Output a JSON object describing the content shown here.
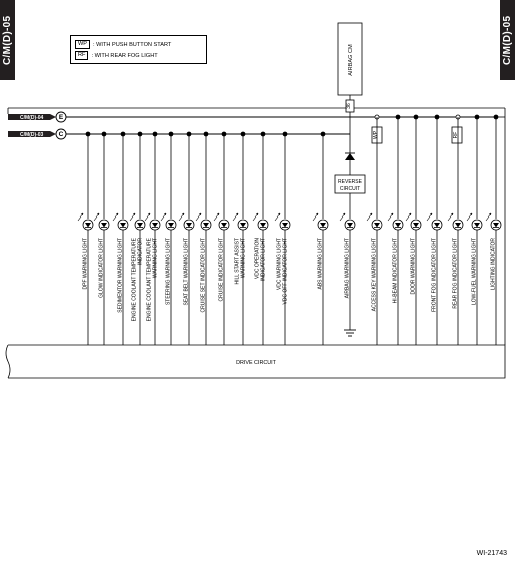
{
  "side_tabs": {
    "left": "C/M(D)-05",
    "right": "C/M(D)-05"
  },
  "legend": [
    {
      "key": "WP",
      "text": ": WITH PUSH BUTTON START"
    },
    {
      "key": "RF",
      "text": ": WITH REAR FOG LIGHT"
    }
  ],
  "airbag_cm": "AIRBAG CM",
  "airbag_pin": "36",
  "connectors": [
    {
      "label": "C/M(D)-04",
      "badge": "E"
    },
    {
      "label": "C/M(D)-03",
      "badge": "C"
    }
  ],
  "reverse_circuit": [
    "REVERSE",
    "CIRCUIT"
  ],
  "option_tags": {
    "wp": "WP",
    "rf": "RF"
  },
  "lamps": [
    {
      "label": [
        "DPF WARNING LIGHT"
      ]
    },
    {
      "label": [
        "GLOW INDICATOR LIGHT"
      ]
    },
    {
      "label": [
        "SEDIMENTOR WARNING LIGHT"
      ]
    },
    {
      "label": [
        "ENGINE COOLANT TEMPERATURE",
        "INDICATOR"
      ]
    },
    {
      "label": [
        "ENGINE COOLANT TEMPERATURE",
        "WARNING LIGHT"
      ]
    },
    {
      "label": [
        "STEERING WARNING LIGHT"
      ]
    },
    {
      "label": [
        "SEAT BELT WARNING LIGHT"
      ]
    },
    {
      "label": [
        "CRUISE SET INDICATOR LIGHT"
      ]
    },
    {
      "label": [
        "CRUISE INDICATOR LIGHT"
      ]
    },
    {
      "label": [
        "HILL START ASSIST",
        "WARNING LIGHT"
      ]
    },
    {
      "label": [
        "VDC OPERATION",
        "INDICATOR LIGHT"
      ]
    },
    {
      "label": [
        "VDC WARNING LIGHT",
        "VDC OFF INDICATOR LIGHT"
      ]
    },
    {
      "label": [
        "ABS WARNING LIGHT"
      ]
    },
    {
      "label": [
        "AIRBAG WARNING LIGHT"
      ]
    },
    {
      "label": [
        "ACCESS KEY WARNING LIGHT"
      ]
    },
    {
      "label": [
        "HI-BEAM INDICATOR LIGHT"
      ]
    },
    {
      "label": [
        "DOOR WARNING LIGHT"
      ]
    },
    {
      "label": [
        "FRONT FOG INDICATOR LIGHT"
      ]
    },
    {
      "label": [
        "REAR FOG INDICATOR LIGHT"
      ]
    },
    {
      "label": [
        "LOW-FUEL WARNING LIGHT"
      ]
    },
    {
      "label": [
        "LIGHTING INDICATOR"
      ]
    }
  ],
  "drive_circuit": "DRIVE CIRCUIT",
  "diagram_id": "WI-21743"
}
